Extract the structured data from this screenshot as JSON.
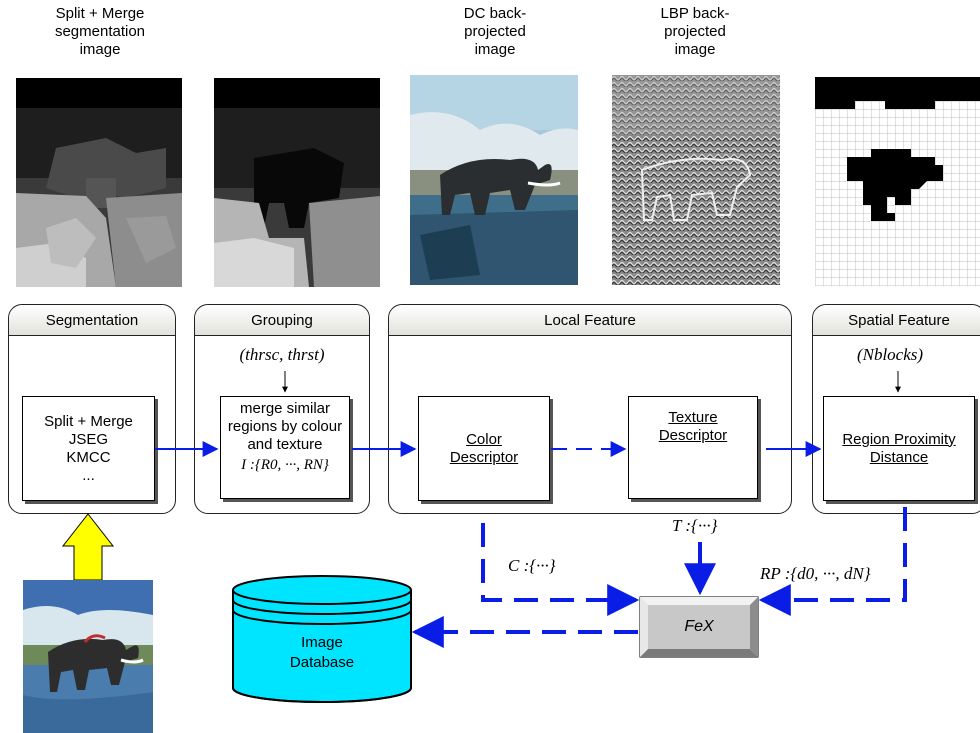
{
  "captions": {
    "split_merge": "Split + Merge\nsegmentation\nimage",
    "dc": "DC back-\nprojected\nimage",
    "lbp": "LBP back-\nprojected\nimage"
  },
  "stages": {
    "segmentation": "Segmentation",
    "grouping": "Grouping",
    "local_feature": "Local Feature",
    "spatial_feature": "Spatial Feature"
  },
  "boxes": {
    "seg_methods": [
      "Split + Merge",
      "JSEG",
      "KMCC",
      "..."
    ],
    "grouping_text": "merge similar regions by colour and texture",
    "grouping_output": "I :{R0, ···, RN}",
    "color_descriptor": "Color Descriptor",
    "texture_descriptor": "Texture Descriptor",
    "region_proximity": "Region Proximity Distance",
    "fex": "FeX",
    "database": "Image Database"
  },
  "params": {
    "grouping": "(thrsc, thrst)",
    "spatial": "(Nblocks)"
  },
  "outputs": {
    "color": "C :{···}",
    "texture": "T :{···}",
    "proximity": "RP :{d0, ···, dN}"
  },
  "colors": {
    "arrow_blue": "#0a1de6",
    "db_cyan": "#00e5ff",
    "input_arrow_yellow": "#ffff00",
    "fex_gray": "#c8c8c8"
  }
}
